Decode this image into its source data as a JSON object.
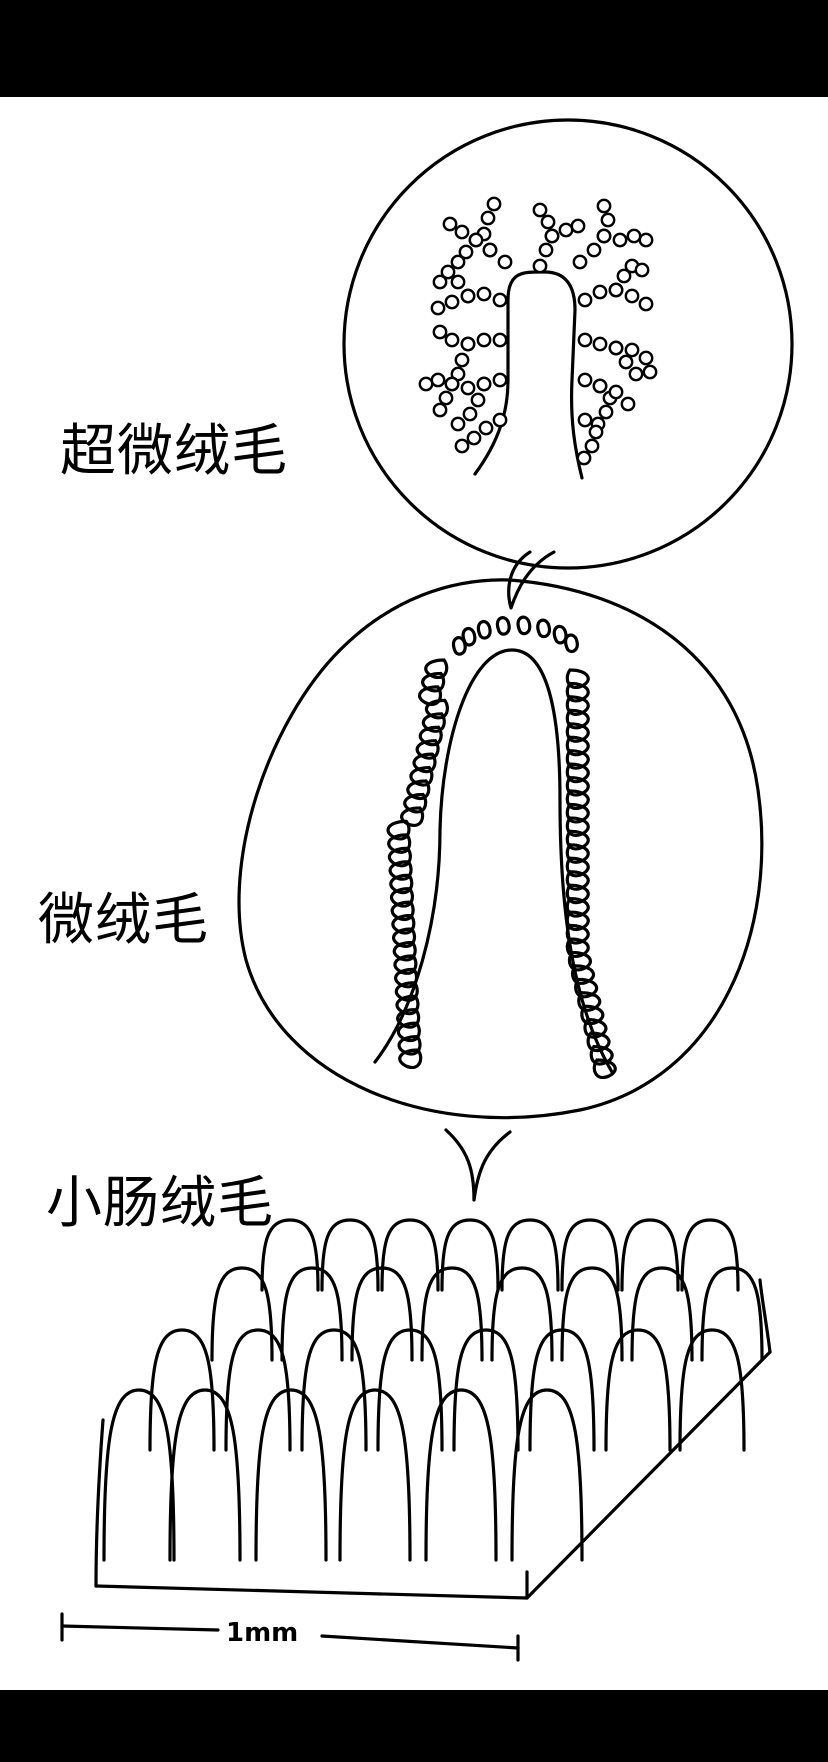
{
  "labels": {
    "ultra_microvilli": "超微绒毛",
    "microvilli": "微绒毛",
    "intestinal_villi": "小肠绒毛"
  },
  "scale_bar": {
    "text": "1mm"
  },
  "colors": {
    "ink": "#000000",
    "background": "#ffffff",
    "frame_bars": "#000000"
  }
}
